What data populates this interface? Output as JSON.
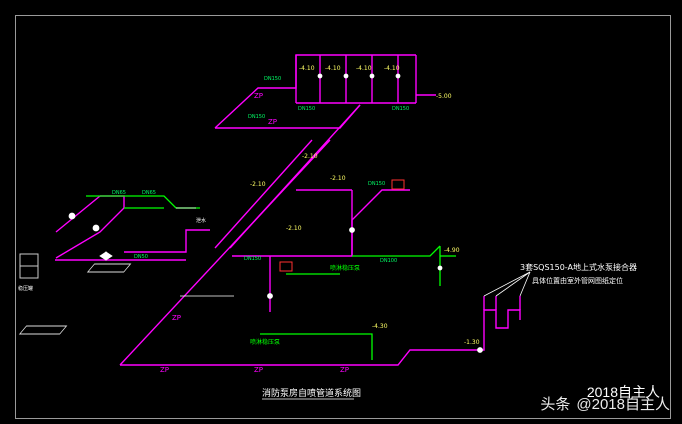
{
  "drawing": {
    "title": "消防泵房自喷管道系统图",
    "note_line1": "3套SQS150-A地上式水泵接合器",
    "note_line2": "具体位置由室外管网图纸定位",
    "colors": {
      "zp_pipe": "#ff00ff",
      "branch_pipe": "#00ff00",
      "annotation": "#ffffff",
      "elevation": "#ffff00",
      "equipment": "#ff0000"
    },
    "pipe_labels": {
      "zp": "ZP",
      "dn150": "DN150",
      "dn65": "DN65",
      "dn50": "DN50",
      "dn100": "DN100"
    },
    "elevations": {
      "e410": "-4.10",
      "e500": "-5.00",
      "e210": "-2.10",
      "e490": "-4.90",
      "e430": "-4.30",
      "e130": "-1.30"
    },
    "equipment_labels": {
      "pump_a": "喷淋稳压泵",
      "pump_b": "喷淋稳压泵",
      "tank": "稳压罐",
      "drain": "泄水"
    }
  },
  "watermark": {
    "prefix": "头条",
    "handle": "@2018自主人",
    "overlay": "2018自主人"
  }
}
